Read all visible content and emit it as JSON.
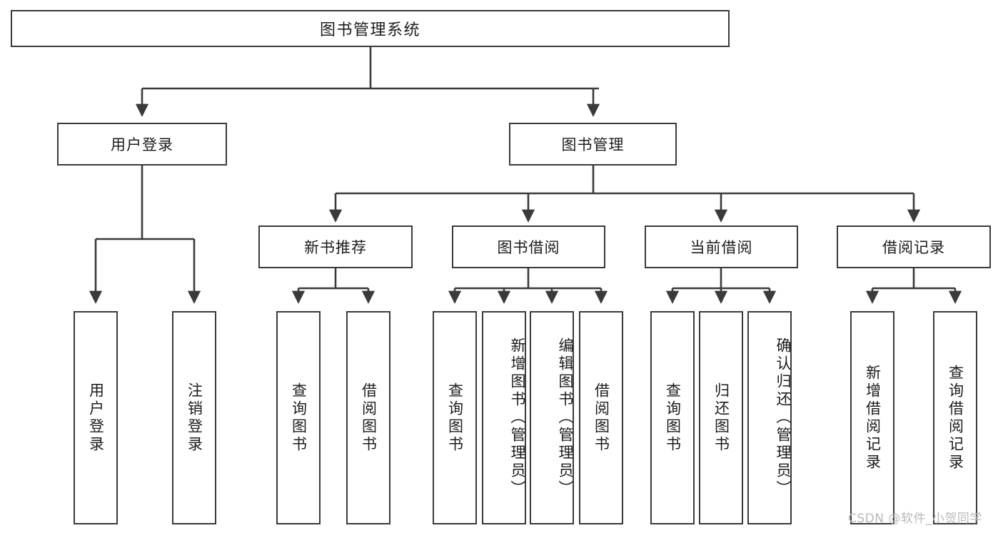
{
  "diagram": {
    "type": "hierarchy-tree",
    "title_node": {
      "label": "图书管理系统"
    },
    "level2": [
      {
        "label": "用户登录"
      },
      {
        "label": "图书管理"
      }
    ],
    "level3": [
      {
        "label": "新书推荐"
      },
      {
        "label": "图书借阅"
      },
      {
        "label": "当前借阅"
      },
      {
        "label": "借阅记录"
      }
    ],
    "leaves": {
      "user_login": [
        {
          "label": "用户登录"
        },
        {
          "label": "注销登录"
        }
      ],
      "new_book_recommend": [
        {
          "label": "查询图书"
        },
        {
          "label": "借阅图书"
        }
      ],
      "book_borrow": [
        {
          "label": "查询图书"
        },
        {
          "label": "新增图书（管理员）"
        },
        {
          "label": "编辑图书（管理员）"
        },
        {
          "label": "借阅图书"
        }
      ],
      "current_borrow": [
        {
          "label": "查询图书"
        },
        {
          "label": "归还图书"
        },
        {
          "label": "确认归还（管理员）"
        }
      ],
      "borrow_record": [
        {
          "label": "新增借阅记录"
        },
        {
          "label": "查询借阅记录"
        }
      ]
    }
  },
  "watermark": {
    "text": "CSDN @软件_小贺同学"
  },
  "colors": {
    "stroke": "#3a3a3a",
    "background": "#ffffff",
    "text": "#1c1c1c",
    "watermark": "#b9b9b9"
  }
}
